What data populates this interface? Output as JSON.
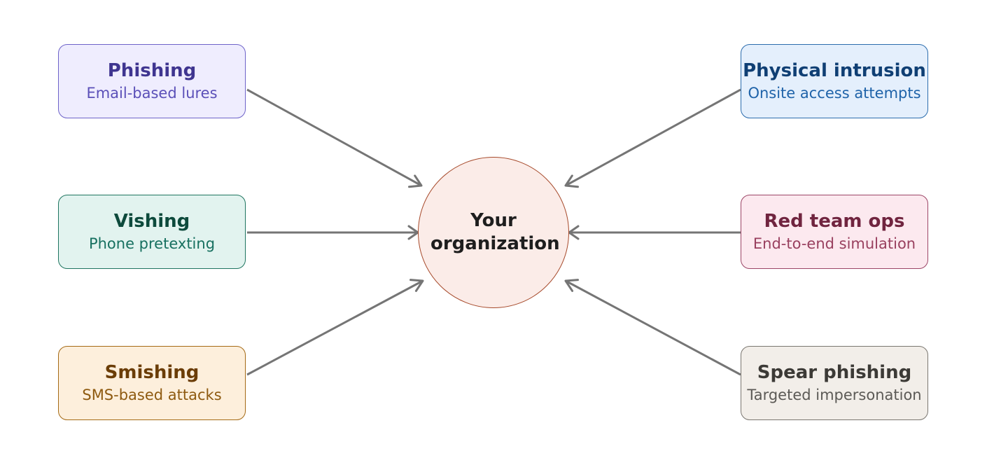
{
  "diagram": {
    "center": {
      "label": "Your organization"
    },
    "nodes": [
      {
        "id": "phishing",
        "title": "Phishing",
        "subtitle": "Email-based lures"
      },
      {
        "id": "vishing",
        "title": "Vishing",
        "subtitle": "Phone pretexting"
      },
      {
        "id": "smishing",
        "title": "Smishing",
        "subtitle": "SMS-based attacks"
      },
      {
        "id": "physical",
        "title": "Physical intrusion",
        "subtitle": "Onsite access attempts"
      },
      {
        "id": "redteam",
        "title": "Red team ops",
        "subtitle": "End-to-end simulation"
      },
      {
        "id": "spear",
        "title": "Spear phishing",
        "subtitle": "Targeted impersonation"
      }
    ],
    "edges": [
      {
        "from": "phishing",
        "to": "center"
      },
      {
        "from": "vishing",
        "to": "center"
      },
      {
        "from": "smishing",
        "to": "center"
      },
      {
        "from": "physical",
        "to": "center"
      },
      {
        "from": "redteam",
        "to": "center"
      },
      {
        "from": "spear",
        "to": "center"
      }
    ],
    "colors": {
      "arrow": "#757575",
      "center_fill": "#fbece8",
      "center_border": "#a6492a"
    }
  }
}
